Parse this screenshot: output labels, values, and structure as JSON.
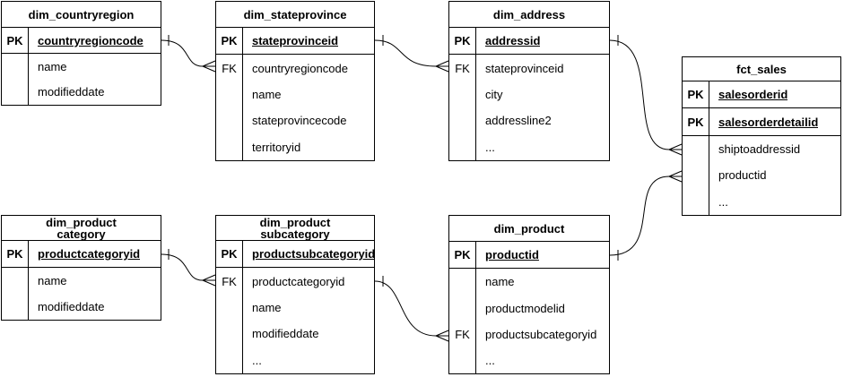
{
  "diagram": {
    "tables": [
      {
        "id": "dim_countryregion",
        "title": "dim_countryregion",
        "rows": [
          {
            "key": "PK",
            "field": "countryregioncode",
            "pk": true
          },
          {
            "key": "",
            "field": "name"
          },
          {
            "key": "",
            "field": "modifieddate"
          }
        ]
      },
      {
        "id": "dim_stateprovince",
        "title": "dim_stateprovince",
        "rows": [
          {
            "key": "PK",
            "field": "stateprovinceid",
            "pk": true
          },
          {
            "key": "FK",
            "field": "countryregioncode"
          },
          {
            "key": "",
            "field": "name"
          },
          {
            "key": "",
            "field": "stateprovincecode"
          },
          {
            "key": "",
            "field": "territoryid"
          }
        ]
      },
      {
        "id": "dim_address",
        "title": "dim_address",
        "rows": [
          {
            "key": "PK",
            "field": "addressid",
            "pk": true
          },
          {
            "key": "FK",
            "field": "stateprovinceid"
          },
          {
            "key": "",
            "field": "city"
          },
          {
            "key": "",
            "field": "addressline2"
          },
          {
            "key": "",
            "field": "..."
          }
        ]
      },
      {
        "id": "fct_sales",
        "title": "fct_sales",
        "rows": [
          {
            "key": "PK",
            "field": "salesorderid",
            "pk": true
          },
          {
            "key": "PK",
            "field": "salesorderdetailid",
            "pk": true
          },
          {
            "key": "",
            "field": "shiptoaddressid"
          },
          {
            "key": "",
            "field": "productid"
          },
          {
            "key": "",
            "field": "..."
          }
        ]
      },
      {
        "id": "dim_productcategory",
        "title": "dim_product\ncategory",
        "rows": [
          {
            "key": "PK",
            "field": "productcategoryid",
            "pk": true
          },
          {
            "key": "",
            "field": "name"
          },
          {
            "key": "",
            "field": "modifieddate"
          }
        ]
      },
      {
        "id": "dim_productsubcategory",
        "title": "dim_product\nsubcategory",
        "rows": [
          {
            "key": "PK",
            "field": "productsubcategoryid",
            "pk": true
          },
          {
            "key": "FK",
            "field": "productcategoryid"
          },
          {
            "key": "",
            "field": "name"
          },
          {
            "key": "",
            "field": "modifieddate"
          },
          {
            "key": "",
            "field": "..."
          }
        ]
      },
      {
        "id": "dim_product",
        "title": "dim_product",
        "rows": [
          {
            "key": "PK",
            "field": "productid",
            "pk": true
          },
          {
            "key": "",
            "field": "name"
          },
          {
            "key": "",
            "field": "productmodelid"
          },
          {
            "key": "FK",
            "field": "productsubcategoryid"
          },
          {
            "key": "",
            "field": "..."
          }
        ]
      }
    ],
    "relationships": [
      {
        "from": "dim_countryregion",
        "from_field": "countryregioncode",
        "from_cardinality": "one",
        "to": "dim_stateprovince",
        "to_field": "countryregioncode",
        "to_cardinality": "many"
      },
      {
        "from": "dim_stateprovince",
        "from_field": "stateprovinceid",
        "from_cardinality": "one",
        "to": "dim_address",
        "to_field": "stateprovinceid",
        "to_cardinality": "many"
      },
      {
        "from": "dim_address",
        "from_field": "addressid",
        "from_cardinality": "one",
        "to": "fct_sales",
        "to_field": "shiptoaddressid",
        "to_cardinality": "many"
      },
      {
        "from": "dim_product",
        "from_field": "productid",
        "from_cardinality": "one",
        "to": "fct_sales",
        "to_field": "productid",
        "to_cardinality": "many"
      },
      {
        "from": "dim_productcategory",
        "from_field": "productcategoryid",
        "from_cardinality": "one",
        "to": "dim_productsubcategory",
        "to_field": "productcategoryid",
        "to_cardinality": "many"
      },
      {
        "from": "dim_productsubcategory",
        "from_field": "productsubcategoryid",
        "from_cardinality": "one",
        "to": "dim_product",
        "to_field": "productsubcategoryid",
        "to_cardinality": "many"
      }
    ],
    "colors": {
      "line": "#000000",
      "text": "#000000",
      "background": "#ffffff"
    }
  }
}
